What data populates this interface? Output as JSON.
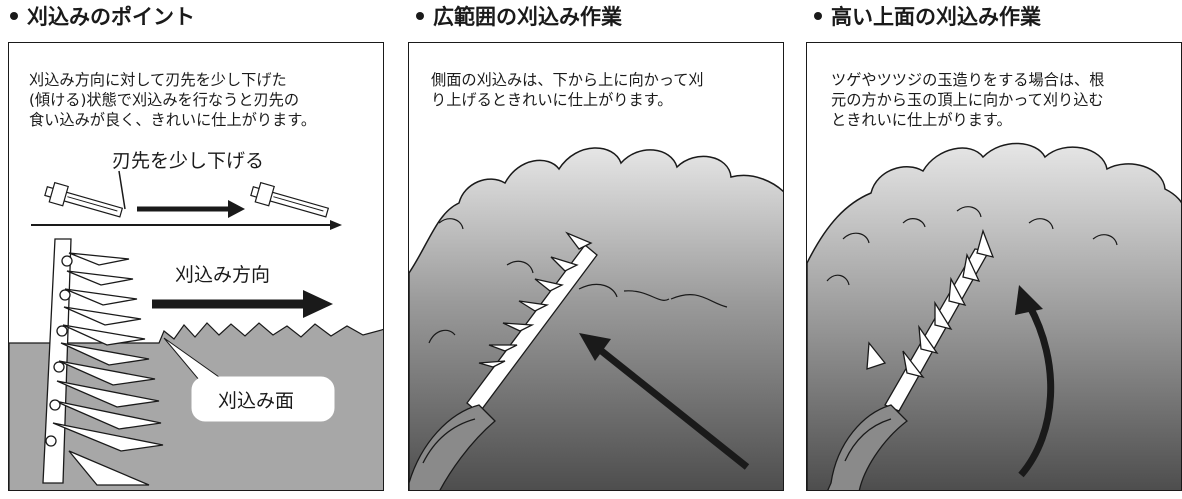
{
  "sections": [
    {
      "title": "刈込みのポイント",
      "text": "刈込み方向に対して刃先を少し下げた\n(傾ける)状態で刈込みを行なうと刃先の\n食い込みが良く、きれいに仕上がります。",
      "labels": {
        "blade_tilt": "刃先を少し下げる",
        "direction": "刈込み方向",
        "surface": "刈込み面"
      }
    },
    {
      "title": "広範囲の刈込み作業",
      "text": "側面の刈込みは、下から上に向かって刈\nり上げるときれいに仕上がります。"
    },
    {
      "title": "高い上面の刈込み作業",
      "text": "ツゲやツツジの玉造りをする場合は、根\n元の方から玉の頂上に向かって刈り込む\nときれいに仕上がります。"
    }
  ],
  "colors": {
    "ink": "#1a1a1a",
    "ground": "#a7a7a7",
    "foliage_top": "#e6e6e6",
    "foliage_bottom": "#5a5a5a"
  }
}
